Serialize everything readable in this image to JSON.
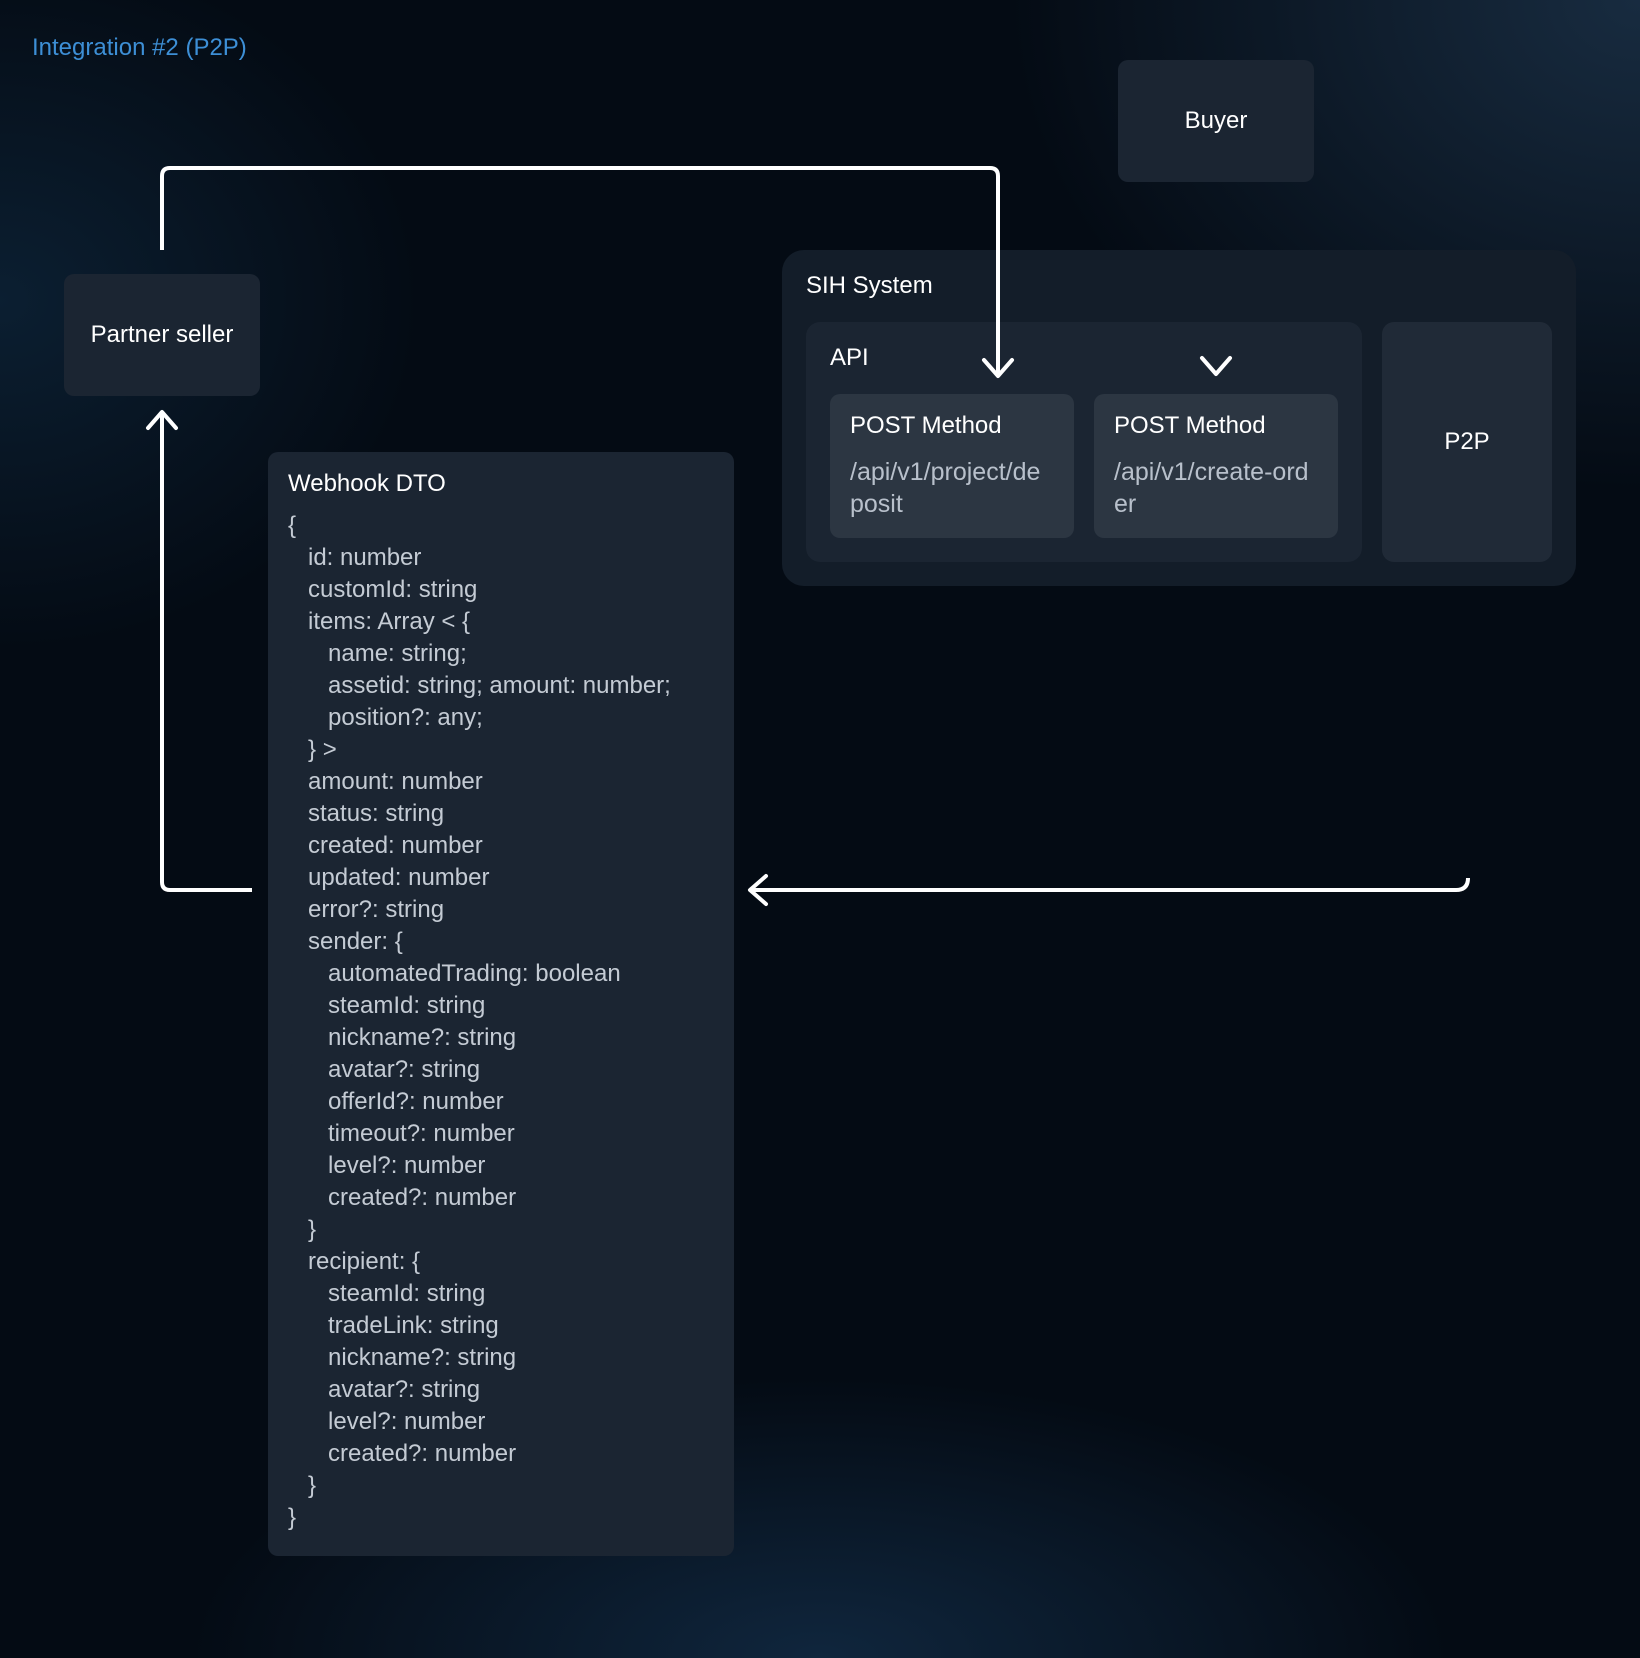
{
  "title": "Integration #2 (P2P)",
  "buyer_label": "Buyer",
  "partner_label": "Partner seller",
  "sih": {
    "label": "SIH System",
    "api_label": "API",
    "methods": [
      {
        "title": "POST Method",
        "path": "/api/v1/project/deposit"
      },
      {
        "title": "POST Method",
        "path": "/api/v1/create-order"
      }
    ],
    "p2p_label": "P2P"
  },
  "webhook": {
    "title": "Webhook DTO",
    "lines": [
      "{",
      "   id: number",
      "   customId: string",
      "   items: Array < {",
      "      name: string;",
      "      assetid: string; amount: number;",
      "      position?: any;",
      "   } >",
      "   amount: number",
      "   status: string",
      "   created: number",
      "   updated: number",
      "   error?: string",
      "   sender: {",
      "      automatedTrading: boolean",
      "      steamId: string",
      "      nickname?: string",
      "      avatar?: string",
      "      offerId?: number",
      "      timeout?: number",
      "      level?: number",
      "      created?: number",
      "   }",
      "   recipient: {",
      "      steamId: string",
      "      tradeLink: string",
      "      nickname?: string",
      "      avatar?: string",
      "      level?: number",
      "      created?: number",
      "   }",
      "}"
    ]
  }
}
